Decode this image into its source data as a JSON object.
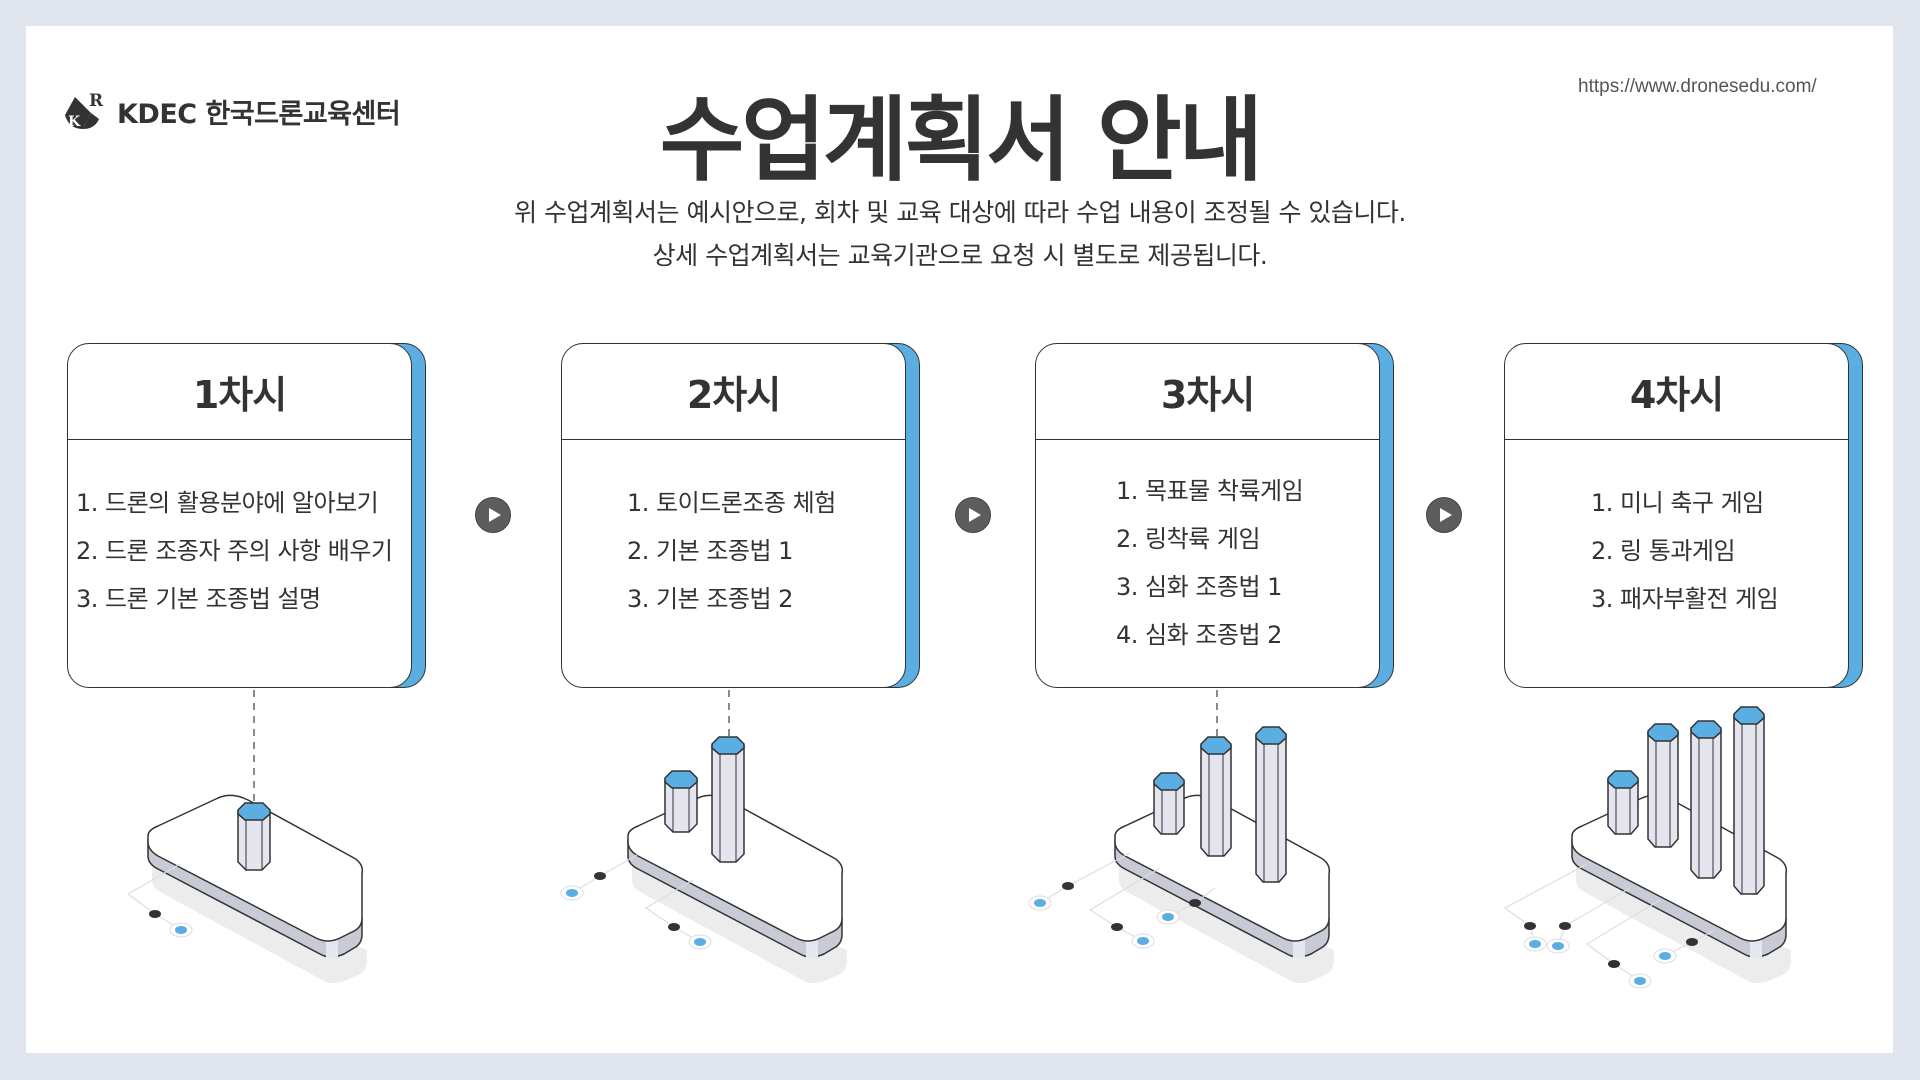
{
  "header": {
    "logo_text": "KDEC 한국드론교육센터",
    "url": "https://www.dronesedu.com/",
    "title": "수업계획서 안내",
    "subtitle_line1": "위 수업계획서는 예시안으로, 회차 및 교육 대상에 따라 수업 내용이 조정될 수 있습니다.",
    "subtitle_line2": "상세 수업계획서는 교육기관으로 요청 시 별도로 제공됩니다."
  },
  "colors": {
    "accent": "#5aaee2",
    "text": "#333333",
    "frame": "#e1e5ee",
    "play": "#5d5d5d"
  },
  "sessions": [
    {
      "title": "1차시",
      "items": [
        "1. 드론의 활용분야에 알아보기",
        "2. 드론 조종자 주의 사항 배우기",
        "3. 드론 기본 조종법 설명"
      ],
      "pillars": 1
    },
    {
      "title": "2차시",
      "items": [
        "1. 토이드론조종 체험",
        "2. 기본 조종법 1",
        "3. 기본 조종법 2"
      ],
      "pillars": 2
    },
    {
      "title": "3차시",
      "items": [
        "1. 목표물 착륙게임",
        "2. 링착륙 게임",
        "3. 심화 조종법 1",
        "4. 심화 조종법 2"
      ],
      "pillars": 3
    },
    {
      "title": "4차시",
      "items": [
        "1. 미니 축구 게임",
        "2. 링 통과게임",
        "3. 패자부활전 게임"
      ],
      "pillars": 4
    }
  ],
  "arrows": [
    {
      "icon": "play-icon"
    },
    {
      "icon": "play-icon"
    },
    {
      "icon": "play-icon"
    }
  ]
}
